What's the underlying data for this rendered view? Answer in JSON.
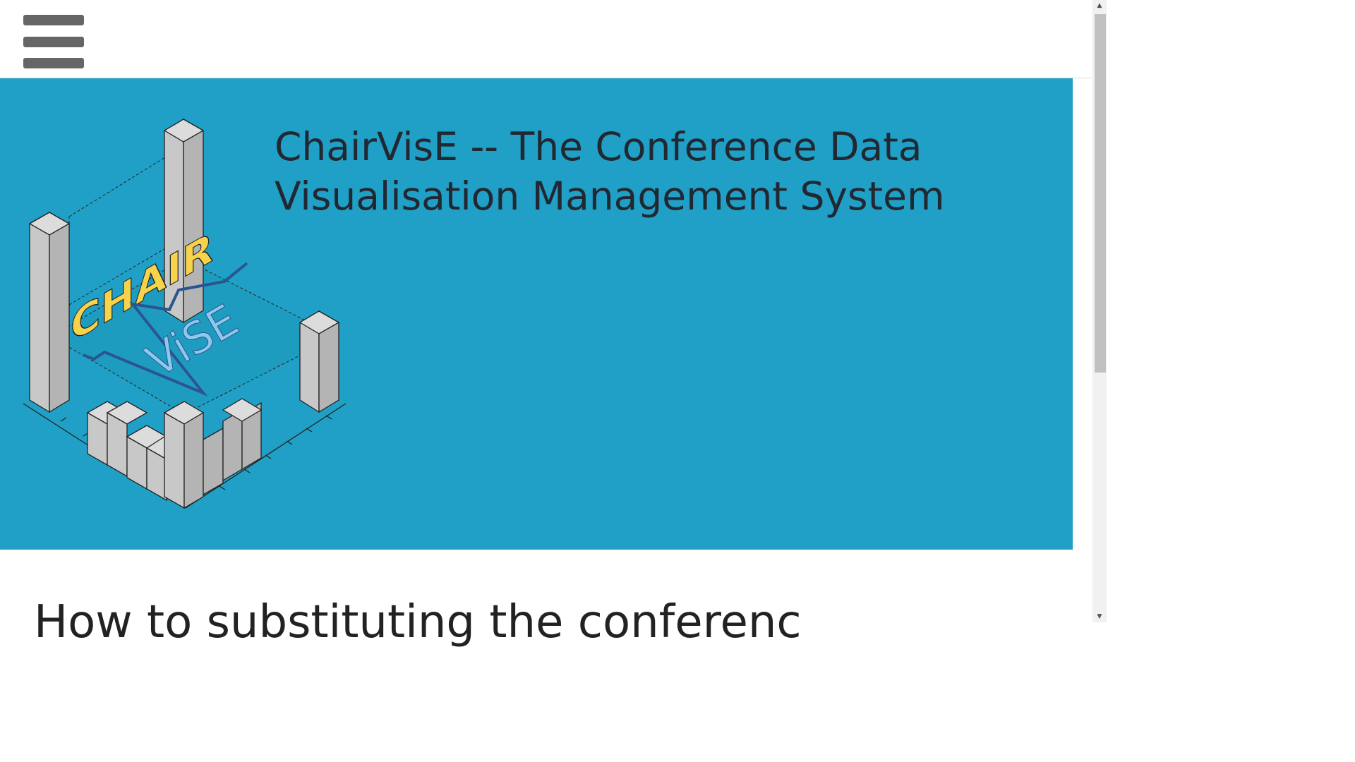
{
  "header": {
    "menu_icon": "hamburger-menu-icon"
  },
  "hero": {
    "logo_icon": "chairvise-logo",
    "logo_letters_top": "CHAIR",
    "logo_letters_bottom": "ViSE",
    "title": "ChairVisE -- The Conference Data Visualisation Management System",
    "background_color": "#20a0c6",
    "title_color": "#222832"
  },
  "main": {
    "section_heading": "How to substituting the conferenc"
  },
  "scrollbar": {
    "up_arrow": "▲",
    "down_arrow": "▼"
  }
}
